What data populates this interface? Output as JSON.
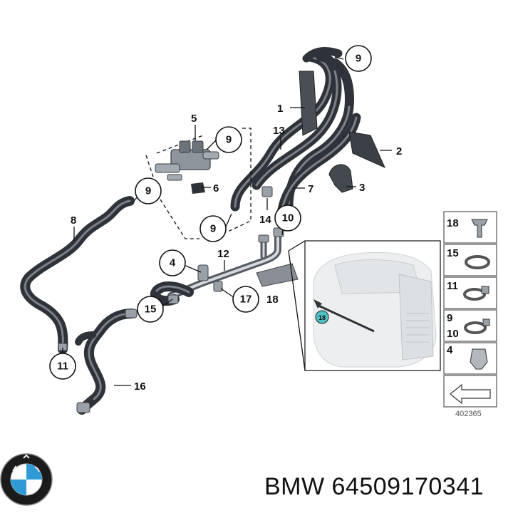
{
  "diagram": {
    "callouts": {
      "c9_top": "9",
      "c9_valve": "9",
      "c9_left": "9",
      "c9_bottom": "9",
      "c10_mid": "10",
      "c4": "4",
      "c15": "15",
      "c17": "17",
      "c11": "11"
    },
    "labels": {
      "l1": "1",
      "l2": "2",
      "l3": "3",
      "l5": "5",
      "l6": "6",
      "l7": "7",
      "l8": "8",
      "l12": "12",
      "l13": "13",
      "l14": "14",
      "l16": "16",
      "l18": "18"
    },
    "inset": {
      "marker": "18"
    },
    "legend": [
      {
        "label": "18"
      },
      {
        "label": "15"
      },
      {
        "label": "11"
      },
      {
        "label": "9",
        "label2": "10"
      },
      {
        "label": "4"
      }
    ],
    "diagram_number": "402365"
  },
  "caption": {
    "text": "BMW 64509170341"
  },
  "colors": {
    "hose": "#2f3238",
    "marker": "#4fc1c4",
    "logo_blue": "#2f9ad6"
  }
}
